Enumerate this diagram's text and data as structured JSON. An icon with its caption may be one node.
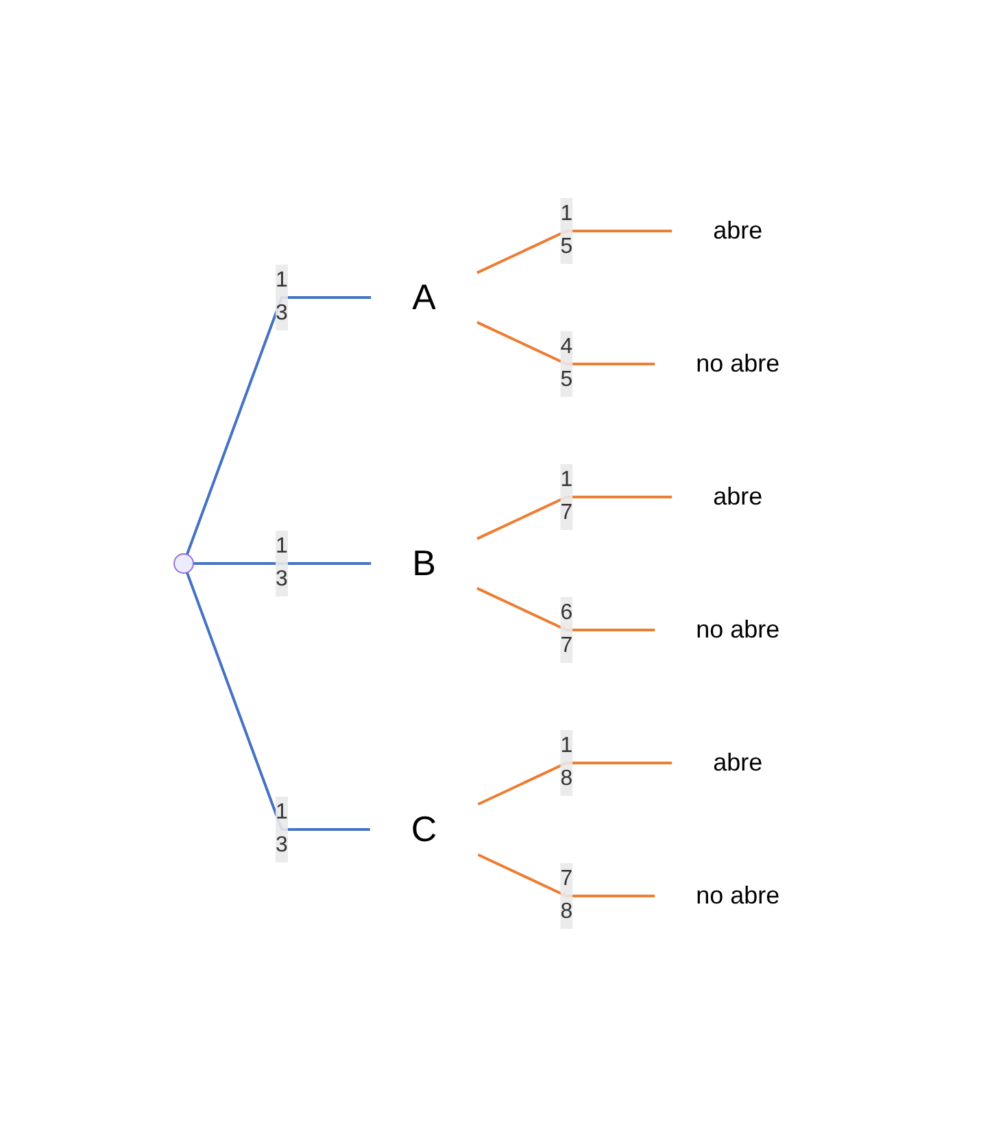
{
  "diagram": {
    "nodes": [
      {
        "text": [],
        "shape": "circle"
      },
      {
        "text": [
          "A"
        ]
      },
      {
        "text": [
          "abre"
        ]
      },
      {
        "text": [
          "no abre"
        ]
      },
      {
        "text": [
          "B"
        ]
      },
      {
        "text": [
          "abre"
        ]
      },
      {
        "text": [
          "no abre"
        ]
      },
      {
        "text": [
          "C"
        ]
      },
      {
        "text": [
          "abre"
        ]
      },
      {
        "text": [
          "no abre"
        ]
      }
    ],
    "edges": [
      {
        "from": 0,
        "to": 1,
        "arrow": "none",
        "label": "1 3",
        "color": "#4472c4"
      },
      {
        "from": 1,
        "to": 2,
        "arrow": "none",
        "label": "1 5"
      },
      {
        "from": 1,
        "to": 3,
        "arrow": "none",
        "label": "4 5"
      },
      {
        "from": 0,
        "to": 4,
        "arrow": "none",
        "label": "1 3",
        "color": "#4472c4"
      },
      {
        "from": 4,
        "to": 5,
        "arrow": "none",
        "label": "1 7"
      },
      {
        "from": 4,
        "to": 6,
        "arrow": "none",
        "label": "6 7"
      },
      {
        "from": 0,
        "to": 7,
        "arrow": "none",
        "label": "1 3",
        "color": "#4472c4"
      },
      {
        "from": 7,
        "to": 8,
        "arrow": "none",
        "label": "1 8"
      },
      {
        "from": 7,
        "to": 9,
        "arrow": "none",
        "label": "7 8"
      }
    ]
  }
}
